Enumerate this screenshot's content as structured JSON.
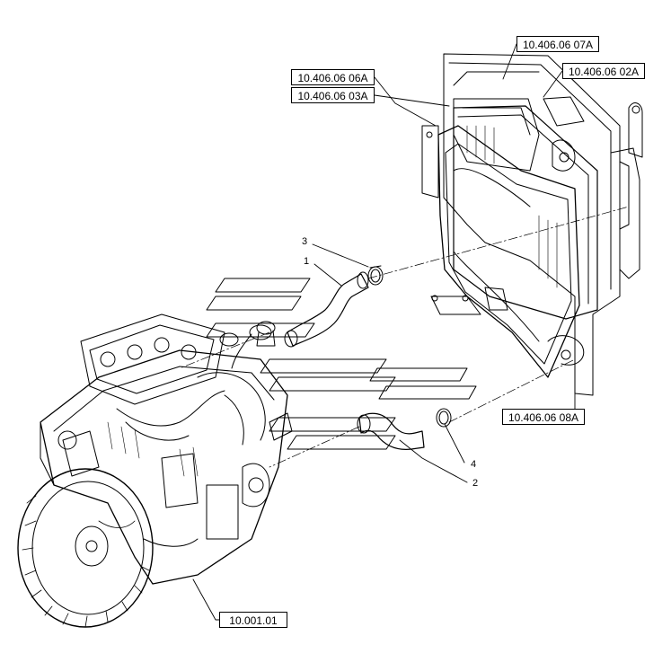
{
  "references": {
    "r1": "10.406.06 07A",
    "r2": "10.406.06 02A",
    "r3": "10.406.06 06A",
    "r4": "10.406.06 03A",
    "r5": "10.406.06 08A",
    "r6": "10.001.01"
  },
  "callouts": {
    "c1": "1",
    "c2": "2",
    "c3": "3",
    "c4": "4"
  }
}
